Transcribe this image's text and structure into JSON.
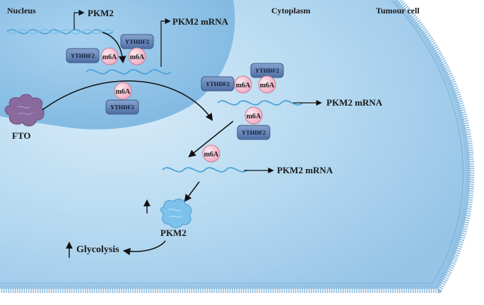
{
  "labels": {
    "nucleus": "Nucleus",
    "cytoplasm": "Cytoplasm",
    "tumour_cell": "Tumour cell",
    "fto": "FTO",
    "pkm2_gene": "PKM2",
    "pkm2_mrna_nuclear": "PKM2 mRNA",
    "pkm2_mrna_cyto_1": "PKM2 mRNA",
    "pkm2_mrna_cyto_2": "PKM2 mRNA",
    "pkm2_protein": "PKM2",
    "glycolysis": "Glycolysis"
  },
  "badges": {
    "ythdf2": "YTHDF2",
    "m6a": "m6A"
  },
  "colors": {
    "cell_light": "#c9e3f4",
    "cell_mid": "#9fcbea",
    "cytoplasm": "#a9d1ee",
    "nucleus": "#8cc1e5",
    "membrane": "#8fbde0",
    "dna": "#4aa3d8",
    "ythdf2_fill": "#5e7fb3",
    "ythdf2_stroke": "#3d5a8a",
    "m6a_fill": "#f6c8d6",
    "m6a_stroke": "#c97d96",
    "fto": "#8a6a9c",
    "pkm2_protein": "#7cc2ea",
    "arrow": "#111111"
  },
  "icons": {
    "fto": "fto-protein-icon",
    "pkm2": "pkm2-protein-icon"
  }
}
